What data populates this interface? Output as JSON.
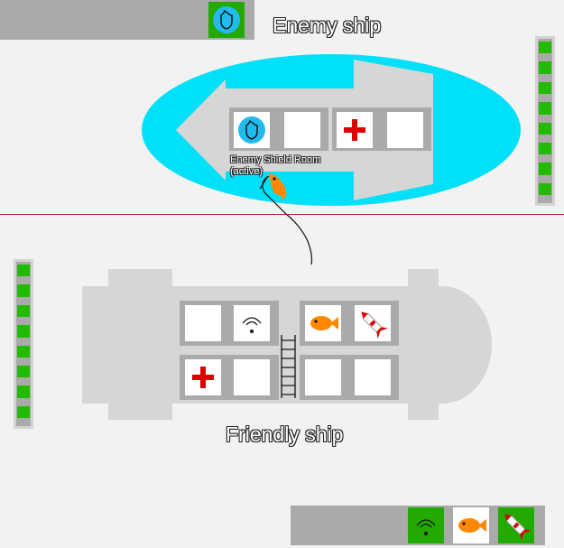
{
  "enemy": {
    "title": "Enemy ship",
    "hull_count": 8,
    "hover_label_line1": "Enemy Shield Room",
    "hover_label_line2": "(active)"
  },
  "friendly": {
    "title": "Friendly ship",
    "hull_count": 8
  },
  "icons": {
    "shield": "shield-icon",
    "medbay": "medical-cross-icon",
    "crew": "fish-crew-icon",
    "missile": "missile-icon",
    "sensors": "sensor-dish-icon"
  },
  "colors": {
    "background": "#f2f2f2",
    "enemy_shield": "#00e0f8",
    "hull_green": "#22bb00",
    "room_gray": "#aaaaaa",
    "medbay_red": "#dd0000",
    "crew_orange": "#ff8800",
    "divider": "#aa2222"
  }
}
